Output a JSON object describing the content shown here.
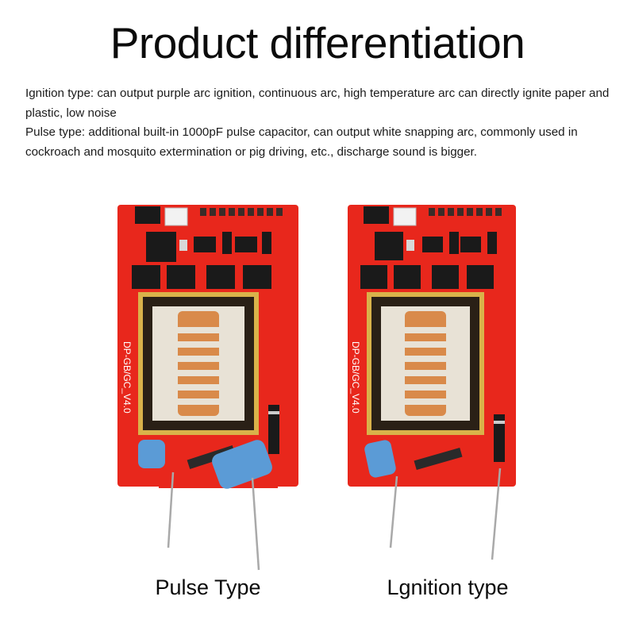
{
  "page": {
    "title": "Product differentiation",
    "description": [
      "Ignition type: can output purple arc ignition, continuous arc, high temperature arc can directly ignite paper and plastic, low noise",
      "Pulse type: additional built-in 1000pF pulse capacitor, can output white snapping arc, commonly used in cockroach and mosquito extermination or pig driving, etc., discharge sound is bigger."
    ]
  },
  "products": [
    {
      "caption": "Pulse Type",
      "board_label": "DP-GB/GC_V4.0",
      "has_pulse_capacitor": true
    },
    {
      "caption": "Lgnition type",
      "board_label": "DP-GB/GC_V4.0",
      "has_pulse_capacitor": false
    }
  ],
  "colors": {
    "pcb_red": "#e8271c",
    "pcb_dark_red": "#c51b12",
    "transformer_core": "#2a2016",
    "transformer_frame": "#d9b24a",
    "copper_winding": "#d98a4a",
    "capacitor_blue": "#5b9bd6",
    "chip_black": "#1a1a1a"
  }
}
